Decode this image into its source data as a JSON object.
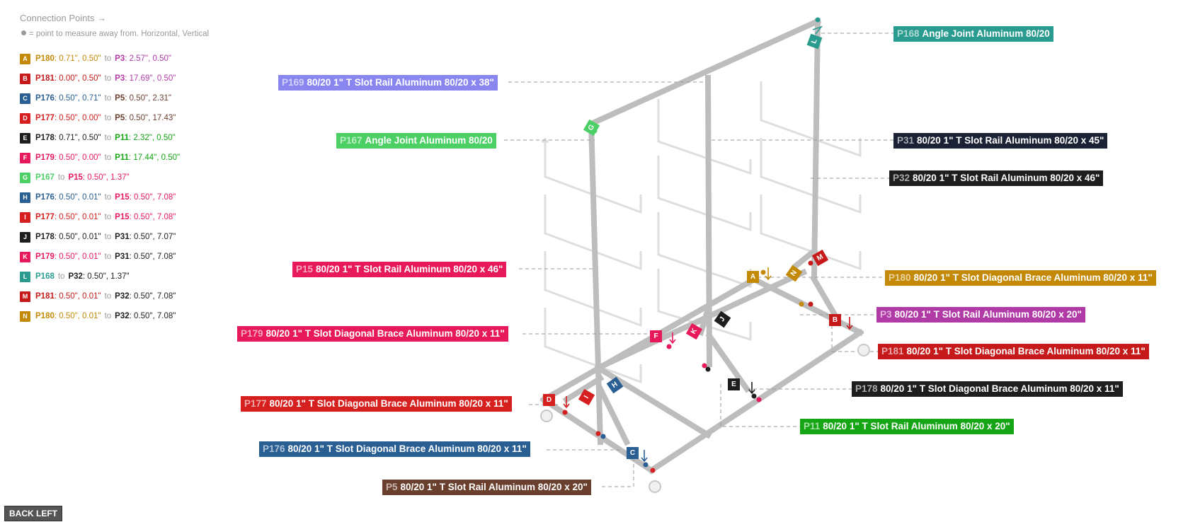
{
  "legend": {
    "title": "Connection Points →",
    "note": "= point to measure away from. Horizontal, Vertical",
    "rows": [
      {
        "letter": "A",
        "color": "#c48a07",
        "from_id": "P180",
        "from_val": ": 0.71\", 0.50\"",
        "to": "to",
        "to_id": "P3",
        "to_val": ": 2.57\", 0.50\"",
        "to_color": "#b13ba6"
      },
      {
        "letter": "B",
        "color": "#c61a1a",
        "from_id": "P181",
        "from_val": ": 0.00\", 0.50\"",
        "to": "to",
        "to_id": "P3",
        "to_val": ": 17.69\", 0.50\"",
        "to_color": "#b13ba6"
      },
      {
        "letter": "C",
        "color": "#2a5f93",
        "from_id": "P176",
        "from_val": ": 0.50\", 0.71\"",
        "to": "to",
        "to_id": "P5",
        "to_val": ": 0.50\", 2.31\"",
        "to_color": "#6b3f2e"
      },
      {
        "letter": "D",
        "color": "#d61f1f",
        "from_id": "P177",
        "from_val": ": 0.50\", 0.00\"",
        "to": "to",
        "to_id": "P5",
        "to_val": ": 0.50\", 17.43\"",
        "to_color": "#6b3f2e"
      },
      {
        "letter": "E",
        "color": "#1e1e1e",
        "from_id": "P178",
        "from_val": ": 0.71\", 0.50\"",
        "to": "to",
        "to_id": "P11",
        "to_val": ": 2.32\", 0.50\"",
        "to_color": "#16a514"
      },
      {
        "letter": "F",
        "color": "#e8195b",
        "from_id": "P179",
        "from_val": ": 0.50\", 0.00\"",
        "to": "to",
        "to_id": "P11",
        "to_val": ": 17.44\", 0.50\"",
        "to_color": "#16a514"
      },
      {
        "letter": "G",
        "color": "#4cd065",
        "from_id": "P167",
        "from_val": "",
        "to": "to",
        "to_id": "P15",
        "to_val": ": 0.50\", 1.37\"",
        "to_color": "#e8195b"
      },
      {
        "letter": "H",
        "color": "#2a5f93",
        "from_id": "P176",
        "from_val": ": 0.50\", 0.01\"",
        "to": "to",
        "to_id": "P15",
        "to_val": ": 0.50\", 7.08\"",
        "to_color": "#e8195b"
      },
      {
        "letter": "I",
        "color": "#d61f1f",
        "from_id": "P177",
        "from_val": ": 0.50\", 0.01\"",
        "to": "to",
        "to_id": "P15",
        "to_val": ": 0.50\", 7.08\"",
        "to_color": "#e8195b"
      },
      {
        "letter": "J",
        "color": "#1e1e1e",
        "from_id": "P178",
        "from_val": ": 0.50\", 0.01\"",
        "to": "to",
        "to_id": "P31",
        "to_val": ": 0.50\", 7.07\"",
        "to_color": "#1e1e1e"
      },
      {
        "letter": "K",
        "color": "#e8195b",
        "from_id": "P179",
        "from_val": ": 0.50\", 0.01\"",
        "to": "to",
        "to_id": "P31",
        "to_val": ": 0.50\", 7.08\"",
        "to_color": "#1e1e1e"
      },
      {
        "letter": "L",
        "color": "#2a9b8f",
        "from_id": "P168",
        "from_val": "",
        "to": "to",
        "to_id": "P32",
        "to_val": ": 0.50\", 1.37\"",
        "to_color": "#1e1e1e"
      },
      {
        "letter": "M",
        "color": "#c61a1a",
        "from_id": "P181",
        "from_val": ": 0.50\", 0.01\"",
        "to": "to",
        "to_id": "P32",
        "to_val": ": 0.50\", 7.08\"",
        "to_color": "#1e1e1e"
      },
      {
        "letter": "N",
        "color": "#c48a07",
        "from_id": "P180",
        "from_val": ": 0.50\", 0.01\"",
        "to": "to",
        "to_id": "P32",
        "to_val": ": 0.50\", 7.08\"",
        "to_color": "#1e1e1e"
      }
    ]
  },
  "callouts": [
    {
      "key": "p168",
      "id": "P168",
      "name": "Angle Joint Aluminum 80/20",
      "color": "#2a9b8f"
    },
    {
      "key": "p169",
      "id": "P169",
      "name": "80/20 1\" T Slot Rail Aluminum 80/20 x 38\"",
      "color": "#8a86f0"
    },
    {
      "key": "p167",
      "id": "P167",
      "name": "Angle Joint Aluminum 80/20",
      "color": "#4cd065"
    },
    {
      "key": "p31",
      "id": "P31",
      "name": "80/20 1\" T Slot Rail Aluminum 80/20 x 45\"",
      "color": "#1c2236"
    },
    {
      "key": "p32",
      "id": "P32",
      "name": "80/20 1\" T Slot Rail Aluminum 80/20 x 46\"",
      "color": "#1e1e1e"
    },
    {
      "key": "p15",
      "id": "P15",
      "name": "80/20 1\" T Slot Rail Aluminum 80/20 x 46\"",
      "color": "#e8195b"
    },
    {
      "key": "p180",
      "id": "P180",
      "name": "80/20 1\" T Slot Diagonal Brace  Aluminum 80/20 x 11\"",
      "color": "#c48a07"
    },
    {
      "key": "p3",
      "id": "P3",
      "name": "80/20 1\" T Slot Rail Aluminum 80/20 x 20\"",
      "color": "#b13ba6"
    },
    {
      "key": "p179",
      "id": "P179",
      "name": "80/20 1\" T Slot Diagonal Brace  Aluminum 80/20 x 11\"",
      "color": "#e8195b"
    },
    {
      "key": "p181",
      "id": "P181",
      "name": "80/20 1\" T Slot Diagonal Brace  Aluminum 80/20 x 11\"",
      "color": "#c61a1a"
    },
    {
      "key": "p178",
      "id": "P178",
      "name": "80/20 1\" T Slot Diagonal Brace  Aluminum 80/20 x 11\"",
      "color": "#1e1e1e"
    },
    {
      "key": "p177",
      "id": "P177",
      "name": "80/20 1\" T Slot Diagonal Brace  Aluminum 80/20 x 11\"",
      "color": "#d61f1f"
    },
    {
      "key": "p11",
      "id": "P11",
      "name": "80/20 1\" T Slot Rail Aluminum 80/20 x 20\"",
      "color": "#16a514"
    },
    {
      "key": "p176",
      "id": "P176",
      "name": "80/20 1\" T Slot Diagonal Brace  Aluminum 80/20 x 11\"",
      "color": "#2a5f93"
    },
    {
      "key": "p5",
      "id": "P5",
      "name": "80/20 1\" T Slot Rail Aluminum 80/20 x 20\"",
      "color": "#6b3f2e"
    }
  ],
  "markers": [
    {
      "letter": "A",
      "color": "#c48a07"
    },
    {
      "letter": "B",
      "color": "#c61a1a"
    },
    {
      "letter": "C",
      "color": "#2a5f93"
    },
    {
      "letter": "D",
      "color": "#d61f1f"
    },
    {
      "letter": "E",
      "color": "#1e1e1e"
    },
    {
      "letter": "F",
      "color": "#e8195b"
    },
    {
      "letter": "G",
      "color": "#4cd065"
    },
    {
      "letter": "H",
      "color": "#2a5f93"
    },
    {
      "letter": "I",
      "color": "#d61f1f"
    },
    {
      "letter": "J",
      "color": "#1e1e1e"
    },
    {
      "letter": "K",
      "color": "#e8195b"
    },
    {
      "letter": "L",
      "color": "#2a9b8f"
    },
    {
      "letter": "M",
      "color": "#c61a1a"
    },
    {
      "letter": "N",
      "color": "#c48a07"
    }
  ],
  "back_button": "BACK LEFT"
}
